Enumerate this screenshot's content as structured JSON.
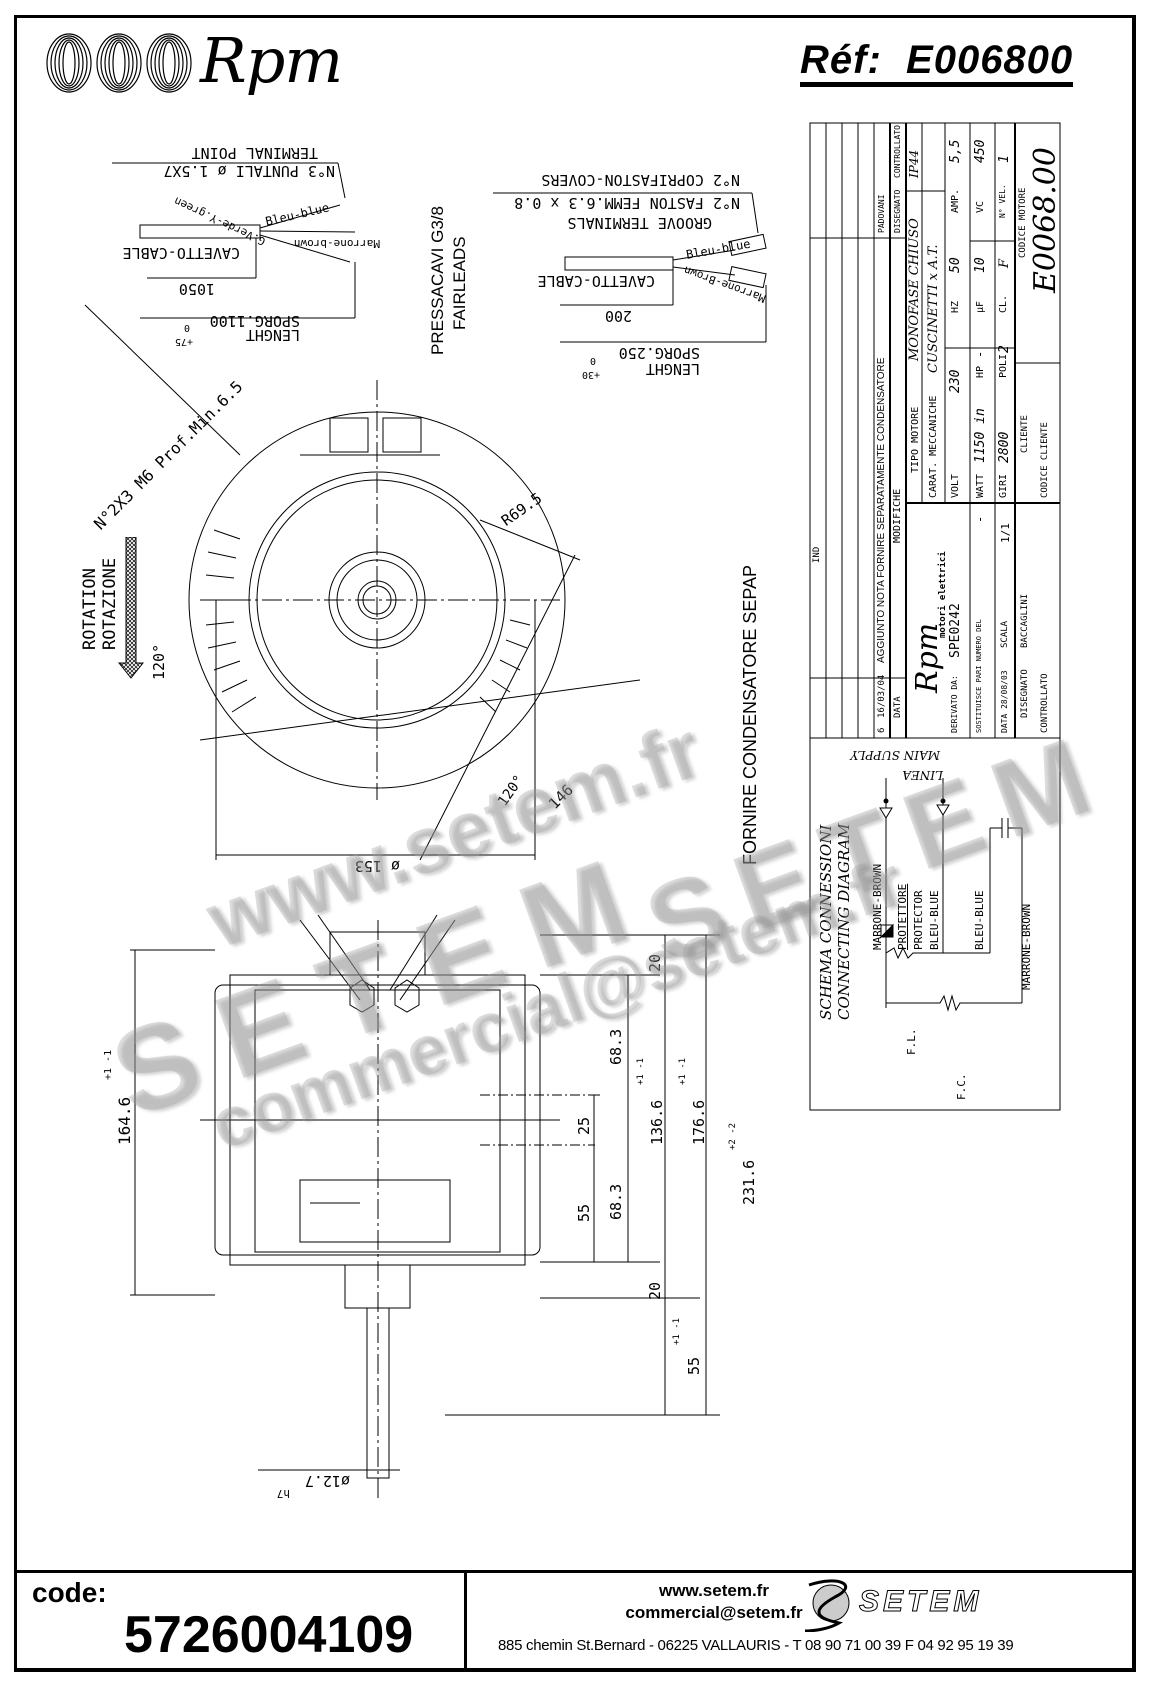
{
  "header": {
    "brand": "Rpm",
    "reference_label": "Réf:",
    "reference_value": "E006800"
  },
  "cable_main": {
    "terminal_label": "TERMINAL POINT",
    "terminal_spec": "N°3 PUNTALI ø 1.5X7",
    "wire_blue": "Bleu-blue",
    "wire_brown": "Marrone-brown",
    "wire_green": "G.Verde-Y.green",
    "cable_label": "CAVETTO-CABLE",
    "dim_1050": "1050",
    "length_label": "LENGHT",
    "sporg": "SPORG.1100",
    "tol_upper": "+75",
    "tol_lower": "0"
  },
  "cable_cap": {
    "covers": "N°2 COPRIFASTON-COVERS",
    "faston": "N°2 FASTON FEMM.6.3 x 0.8",
    "groove": "GROOVE TERMINALS",
    "wire_blue": "Bleu-blue",
    "wire_brown": "Marrone-Brown",
    "cable_label": "CAVETTO-CABLE",
    "dim_200": "200",
    "length_label": "LENGHT",
    "sporg": "SPORG.250",
    "tol_upper": "+30",
    "tol_lower": "0"
  },
  "front_view": {
    "fairleads": "PRESSACAVI G3/8",
    "fairleads_en": "FAIRLEADS",
    "holes": "N°2X3 M6 Prof.Min.6.5",
    "rotation_en": "ROTATION",
    "rotation_it": "ROTAZIONE",
    "angle_left": "120°",
    "angle_right": "120°",
    "radius": "R69.5",
    "dim_146": "146",
    "dia_153": "ø 153",
    "capacitor_note": "FORNIRE CONDENSATORE SEPAP"
  },
  "side_view": {
    "dim_164": "164.6",
    "dim_164_tol": "+1 -1",
    "dim_20_top": "20",
    "dim_68_top": "68.3",
    "dim_25": "25",
    "dim_55": "55",
    "dim_68_bottom": "68.3",
    "dim_136": "136.6",
    "dim_136_tol": "+1 -1",
    "dim_176": "176.6",
    "dim_176_tol": "+1 -1",
    "dim_231": "231.6",
    "dim_231_tol": "+2 -2",
    "dim_20_bottom": "20",
    "dim_shaft": "55",
    "dim_shaft_tol": "+1 -1",
    "shaft_dia": "ø12.7",
    "shaft_fit": "h7"
  },
  "title_block": {
    "revisions": [
      {
        "ind": "-",
        "data": "-",
        "desc": "-",
        "drawn": "-",
        "checked": ""
      },
      {
        "ind": "-",
        "data": "-",
        "desc": "-",
        "drawn": "-",
        "checked": ""
      },
      {
        "ind": "-",
        "data": "-",
        "desc": "-",
        "drawn": "-",
        "checked": ""
      },
      {
        "ind": "-",
        "data": "-",
        "desc": "-",
        "drawn": "-",
        "checked": ""
      },
      {
        "ind": "6",
        "data": "16/03/04",
        "desc": "AGGIUNTO NOTA FORNIRE SEPARATAMENTE CONDENSATORE",
        "drawn": "PADOVANI",
        "checked": ""
      }
    ],
    "headers": {
      "ind": "IND",
      "data": "DATA",
      "modifiche": "MODIFICHE",
      "disegnato": "DISEGNATO",
      "controllato": "CONTROLLATO"
    },
    "company": "Rpm",
    "company_sub": "motori elettrici",
    "tipo_motore_label": "TIPO MOTORE",
    "tipo_motore": "MONOFASE CHIUSO",
    "ip": "IP44",
    "carat_label": "CARAT. MECCANICHE",
    "carat": "CUSCINETTI x A.T.",
    "volt_label": "VOLT",
    "volt": "230",
    "hz_label": "HZ",
    "hz": "50",
    "amp_label": "AMP.",
    "amp": "5,5",
    "watt_label": "WATT",
    "watt": "1150 in",
    "hp_label": "HP",
    "hp": "-",
    "uf_label": "µF",
    "uf": "10",
    "vc_label": "VC",
    "vc": "450",
    "giri_label": "GIRI",
    "giri": "2800",
    "poli_label": "POLI",
    "poli": "2",
    "cl_label": "CL.",
    "cl": "F",
    "nvel_label": "N° VEL.",
    "nvel": "1",
    "derivato_label": "DERIVATO DA:",
    "derivato": "SPE0242",
    "sostituisce_label": "SOSTITUISCE PARI NUMERO DEL",
    "sostituisce": "-",
    "data_label": "DATA 28/08/03",
    "scala_label": "SCALA",
    "scala": "1/1",
    "disegnato_label": "DISEGNATO",
    "disegnato": "BACCAGLINI",
    "controllato_label": "CONTROLLATO",
    "cliente_label": "CLIENTE",
    "codice_cliente_label": "CODICE CLIENTE",
    "codice_motore_label": "CODICE MOTORE",
    "codice_motore": "E0068.00"
  },
  "wiring": {
    "title_it": "SCHEMA CONNESSIONI",
    "title_en": "CONNECTING DIAGRAM",
    "main_supply": "MAIN SUPPLY",
    "linea": "LINEA",
    "marrone_brown_1": "MARRONE-BROWN",
    "protettore": "PROTETTORE",
    "protector": "PROTECTOR",
    "bleu_blue_1": "BLEU-BLUE",
    "bleu_blue_2": "BLEU-BLUE",
    "marrone_brown_2": "MARRONE-BROWN",
    "fl": "F.L.",
    "fc": "F.C."
  },
  "watermark": {
    "line1": "www.setem.fr",
    "line2": "SETEM",
    "line3": "SETEM",
    "line4": "commercial@setem.fr"
  },
  "footer": {
    "code_label": "code:",
    "code_value": "5726004109",
    "website": "www.setem.fr",
    "email": "commercial@setem.fr",
    "brand": "SETEM",
    "address": "885 chemin St.Bernard  -  06225 VALLAURIS  -  T 08 90 71 00 39   F 04 92 95 19 39"
  }
}
